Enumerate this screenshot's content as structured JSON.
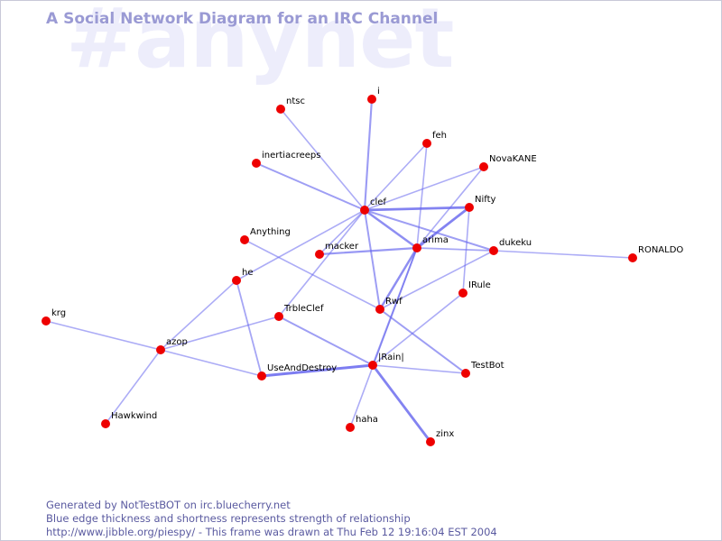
{
  "watermark": "#anynet",
  "title": "A Social Network Diagram for an IRC Channel",
  "colors": {
    "edge": "#6666ee",
    "node": "#ee0000",
    "title": "#9a9ad4",
    "watermark": "#ededfb",
    "footer": "#5a5aa0"
  },
  "nodes": [
    {
      "id": "ntsc",
      "label": "ntsc"
    },
    {
      "id": "i",
      "label": "i"
    },
    {
      "id": "feh",
      "label": "feh"
    },
    {
      "id": "NovaKANE",
      "label": "NovaKANE"
    },
    {
      "id": "inertiacreeps",
      "label": "inertiacreeps"
    },
    {
      "id": "clef",
      "label": "clef"
    },
    {
      "id": "Nifty",
      "label": "Nifty"
    },
    {
      "id": "Anything",
      "label": "Anything"
    },
    {
      "id": "macker",
      "label": "macker"
    },
    {
      "id": "arima",
      "label": "arima"
    },
    {
      "id": "dukeku",
      "label": "dukeku"
    },
    {
      "id": "RONALDO",
      "label": "RONALDO"
    },
    {
      "id": "he",
      "label": "he"
    },
    {
      "id": "IRule",
      "label": "IRule"
    },
    {
      "id": "Rwf",
      "label": "Rwf"
    },
    {
      "id": "TrbleClef",
      "label": "TrbleClef"
    },
    {
      "id": "krg",
      "label": "krg"
    },
    {
      "id": "azop",
      "label": "azop"
    },
    {
      "id": "UseAndDestroy",
      "label": "UseAndDestroy"
    },
    {
      "id": "Rain",
      "label": "|Rain|"
    },
    {
      "id": "TestBot",
      "label": "TestBot"
    },
    {
      "id": "Hawkwind",
      "label": "Hawkwind"
    },
    {
      "id": "haha",
      "label": "haha"
    },
    {
      "id": "zinx",
      "label": "zinx"
    }
  ],
  "edges": [
    {
      "source": "clef",
      "target": "ntsc",
      "strength": 0.3
    },
    {
      "source": "clef",
      "target": "i",
      "strength": 0.55
    },
    {
      "source": "clef",
      "target": "inertiacreeps",
      "strength": 0.5
    },
    {
      "source": "clef",
      "target": "Nifty",
      "strength": 0.9
    },
    {
      "source": "clef",
      "target": "arima",
      "strength": 0.75
    },
    {
      "source": "clef",
      "target": "dukeku",
      "strength": 0.5
    },
    {
      "source": "clef",
      "target": "macker",
      "strength": 0.3
    },
    {
      "source": "clef",
      "target": "Rwf",
      "strength": 0.5
    },
    {
      "source": "clef",
      "target": "he",
      "strength": 0.3
    },
    {
      "source": "clef",
      "target": "NovaKANE",
      "strength": 0.3
    },
    {
      "source": "clef",
      "target": "TrbleClef",
      "strength": 0.3
    },
    {
      "source": "clef",
      "target": "feh",
      "strength": 0.3
    },
    {
      "source": "Nifty",
      "target": "arima",
      "strength": 0.9
    },
    {
      "source": "Nifty",
      "target": "IRule",
      "strength": 0.3
    },
    {
      "source": "NovaKANE",
      "target": "arima",
      "strength": 0.3
    },
    {
      "source": "feh",
      "target": "arima",
      "strength": 0.3
    },
    {
      "source": "macker",
      "target": "arima",
      "strength": 0.6
    },
    {
      "source": "arima",
      "target": "dukeku",
      "strength": 0.4
    },
    {
      "source": "arima",
      "target": "Rwf",
      "strength": 0.75
    },
    {
      "source": "arima",
      "target": "Rain",
      "strength": 0.5
    },
    {
      "source": "arima",
      "target": "haha",
      "strength": 0.3
    },
    {
      "source": "dukeku",
      "target": "RONALDO",
      "strength": 0.3
    },
    {
      "source": "dukeku",
      "target": "Rwf",
      "strength": 0.3
    },
    {
      "source": "Anything",
      "target": "Rwf",
      "strength": 0.3
    },
    {
      "source": "Rwf",
      "target": "TestBot",
      "strength": 0.5
    },
    {
      "source": "IRule",
      "target": "Rain",
      "strength": 0.3
    },
    {
      "source": "TrbleClef",
      "target": "azop",
      "strength": 0.3
    },
    {
      "source": "TrbleClef",
      "target": "Rain",
      "strength": 0.5
    },
    {
      "source": "he",
      "target": "azop",
      "strength": 0.3
    },
    {
      "source": "he",
      "target": "UseAndDestroy",
      "strength": 0.4
    },
    {
      "source": "krg",
      "target": "azop",
      "strength": 0.3
    },
    {
      "source": "azop",
      "target": "UseAndDestroy",
      "strength": 0.3
    },
    {
      "source": "azop",
      "target": "Hawkwind",
      "strength": 0.3
    },
    {
      "source": "UseAndDestroy",
      "target": "Rain",
      "strength": 1.0
    },
    {
      "source": "Rain",
      "target": "zinx",
      "strength": 0.9
    },
    {
      "source": "Rain",
      "target": "TestBot",
      "strength": 0.3
    }
  ],
  "footer": {
    "line1": "Generated by NotTestBOT on irc.bluecherry.net",
    "line2": "Blue edge thickness and shortness represents strength of relationship",
    "line3": "http://www.jibble.org/piespy/ - This frame was drawn at Thu Feb 12 19:16:04 EST 2004"
  }
}
